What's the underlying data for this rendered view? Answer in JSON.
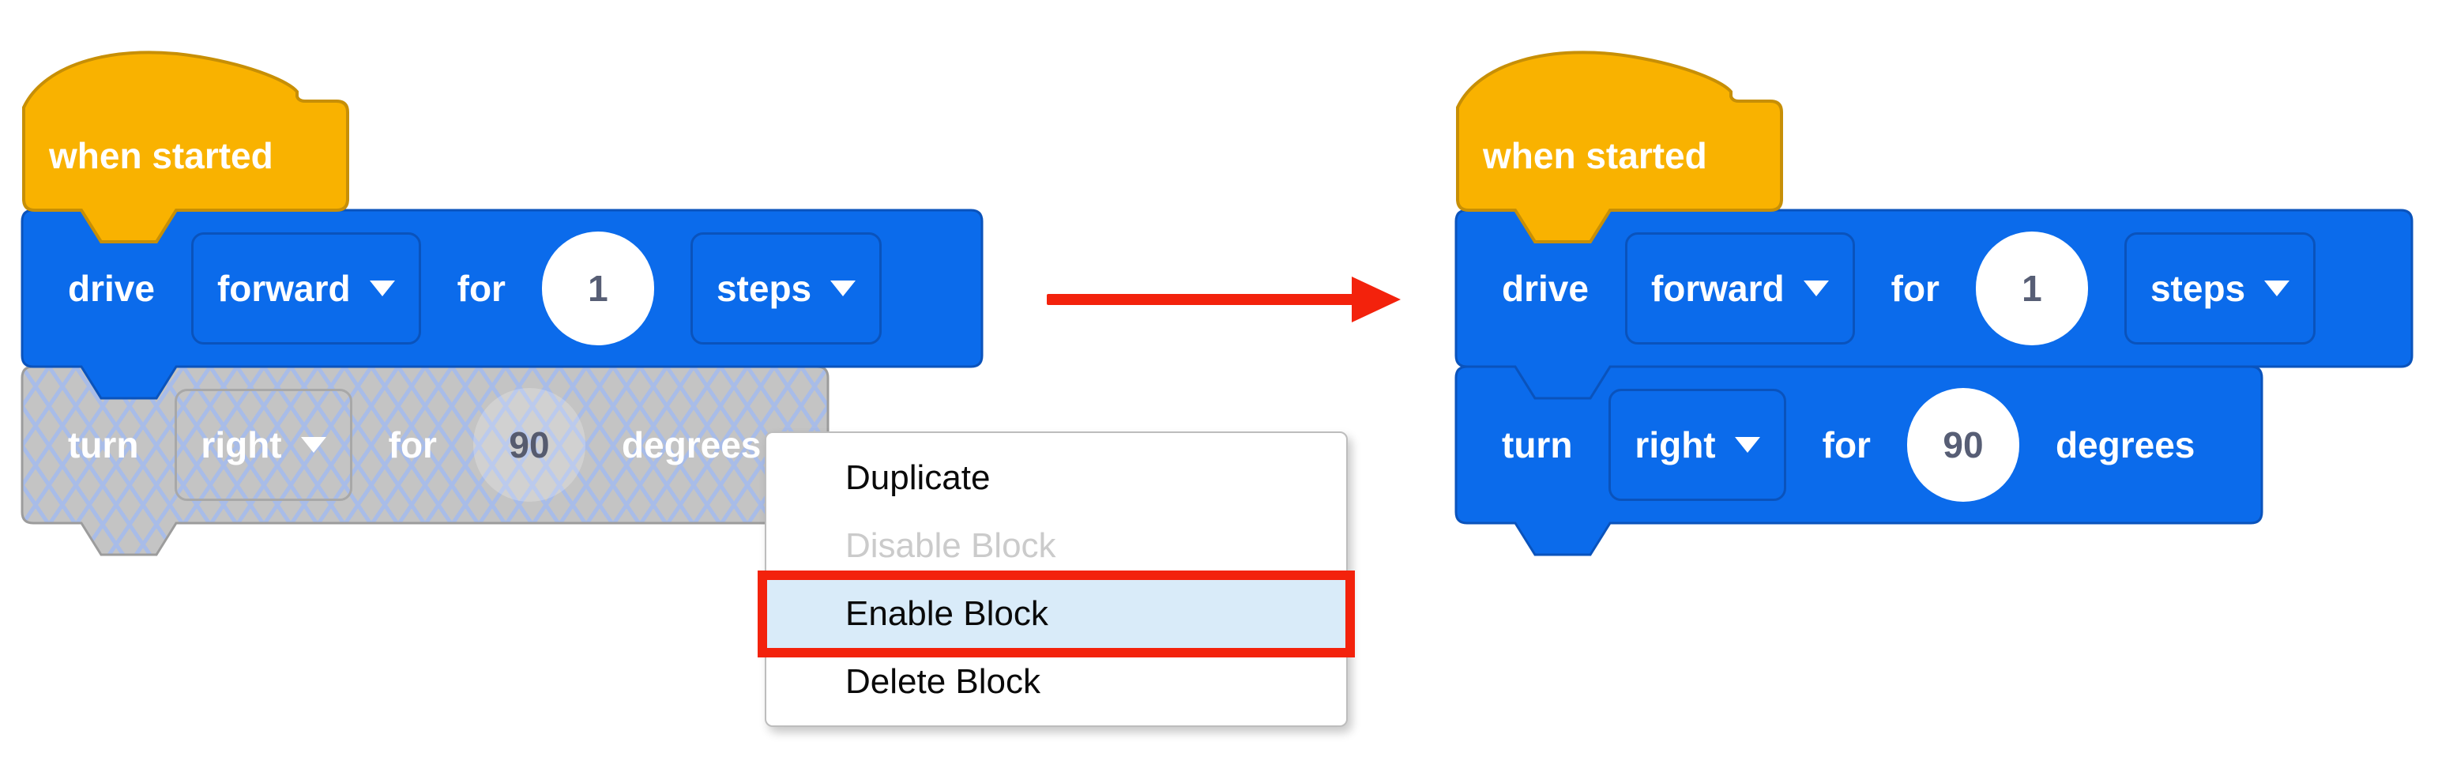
{
  "left_script": {
    "hat_label": "when started",
    "drive_block": {
      "verb": "drive",
      "direction": "forward",
      "for_label": "for",
      "value": "1",
      "unit": "steps"
    },
    "turn_block": {
      "verb": "turn",
      "direction": "right",
      "for_label": "for",
      "value": "90",
      "unit": "degrees"
    },
    "turn_block_state": "disabled"
  },
  "right_script": {
    "hat_label": "when started",
    "drive_block": {
      "verb": "drive",
      "direction": "forward",
      "for_label": "for",
      "value": "1",
      "unit": "steps"
    },
    "turn_block": {
      "verb": "turn",
      "direction": "right",
      "for_label": "for",
      "value": "90",
      "unit": "degrees"
    },
    "turn_block_state": "enabled"
  },
  "context_menu": {
    "items": [
      {
        "label": "Duplicate",
        "state": "normal"
      },
      {
        "label": "Disable Block",
        "state": "disabled"
      },
      {
        "label": "Enable Block",
        "state": "highlighted"
      },
      {
        "label": "Delete Block",
        "state": "normal"
      }
    ]
  },
  "colors": {
    "block_blue": "#0b6beb",
    "block_blue_border": "#0a53bc",
    "hat_orange": "#f9b200",
    "hat_orange_border": "#c78f06",
    "disabled_gray": "#c4c4c4",
    "disabled_hatch": "#a8bce8",
    "value_text": "#575e75",
    "menu_highlight_bg": "#d9ebf9",
    "menu_disabled_text": "#cbcbcb",
    "annotation_red": "#f3220c"
  }
}
